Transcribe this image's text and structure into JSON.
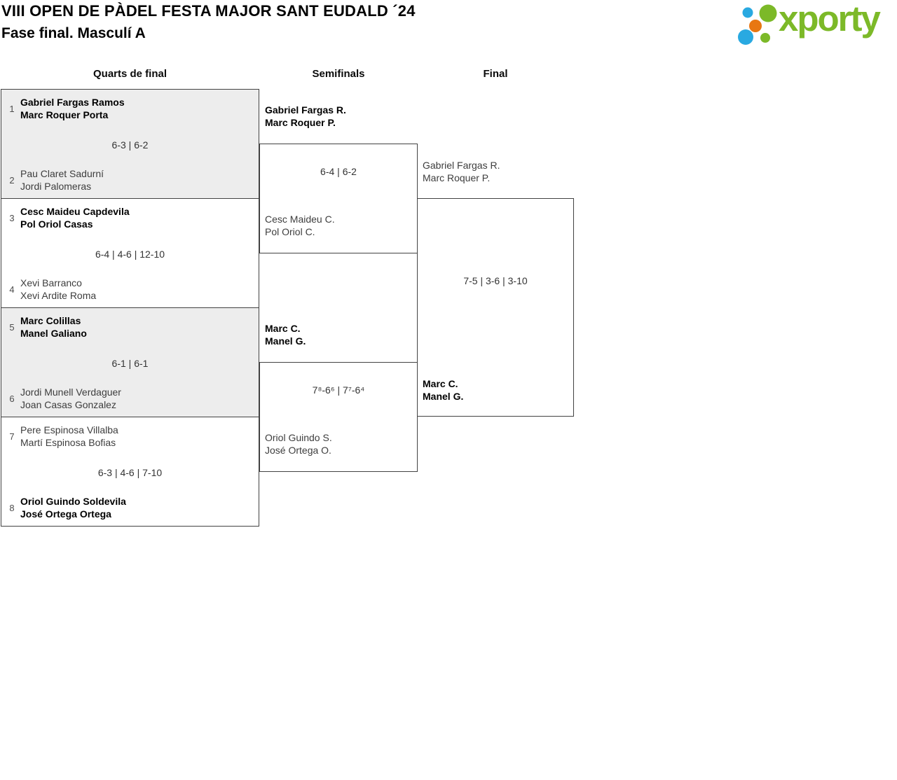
{
  "header": {
    "title": "VIII OPEN DE PÀDEL FESTA MAJOR SANT EUDALD ´24",
    "subtitle": "Fase final. Masculí A",
    "logo_text": "xporty",
    "logo_colors": {
      "green": "#7cb928",
      "blue": "#29a9e1",
      "orange": "#e87711"
    }
  },
  "columns": [
    "Quarts de final",
    "Semifinals",
    "Final"
  ],
  "bracket": {
    "quarterfinals": [
      {
        "seed1": "1",
        "team1": [
          "Gabriel Fargas Ramos",
          "Marc Roquer Porta"
        ],
        "score": "6-3 | 6-2",
        "seed2": "2",
        "team2": [
          "Pau Claret Sadurní",
          "Jordi Palomeras"
        ],
        "winner": "team1"
      },
      {
        "seed1": "3",
        "team1": [
          "Cesc Maideu Capdevila",
          "Pol Oriol Casas"
        ],
        "score": "6-4 | 4-6 | 12-10",
        "seed2": "4",
        "team2": [
          "Xevi Barranco",
          "Xevi Ardite Roma"
        ],
        "winner": "team1"
      },
      {
        "seed1": "5",
        "team1": [
          "Marc Colillas",
          "Manel Galiano"
        ],
        "score": "6-1 | 6-1",
        "seed2": "6",
        "team2": [
          "Jordi Munell Verdaguer",
          "Joan Casas Gonzalez"
        ],
        "winner": "team1"
      },
      {
        "seed1": "7",
        "team1": [
          "Pere Espinosa Villalba",
          "Martí Espinosa Bofias"
        ],
        "score": "6-3 | 4-6 | 7-10",
        "seed2": "8",
        "team2": [
          "Oriol Guindo Soldevila",
          "José Ortega Ortega"
        ],
        "winner": "team2"
      }
    ],
    "semifinals": [
      {
        "team1": [
          "Gabriel Fargas R.",
          "Marc Roquer P."
        ],
        "score": "6-4 | 6-2",
        "team2": [
          "Cesc Maideu C.",
          "Pol Oriol C."
        ],
        "winner": "team1"
      },
      {
        "team1": [
          "Marc C.",
          "Manel G."
        ],
        "score": "7⁸-6⁶ | 7⁷-6⁴",
        "team2": [
          "Oriol Guindo S.",
          "José Ortega O."
        ],
        "winner": "team1"
      }
    ],
    "final": {
      "team1": [
        "Gabriel Fargas R.",
        "Marc Roquer P."
      ],
      "score": "7-5 | 3-6 | 3-10",
      "team2": [
        "Marc C.",
        "Manel G."
      ],
      "winner": "team2"
    }
  }
}
